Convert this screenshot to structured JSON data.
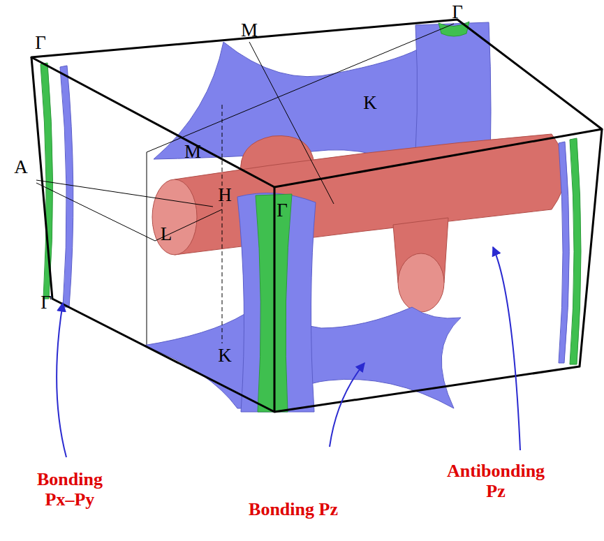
{
  "diagram": {
    "labels": [
      "Γ",
      "M",
      "Γ",
      "K",
      "M",
      "A",
      "H",
      "Γ",
      "L",
      "Γ",
      "K",
      "Bonding Px–Py",
      "Bonding Pz",
      "Antibonding Pz"
    ]
  }
}
